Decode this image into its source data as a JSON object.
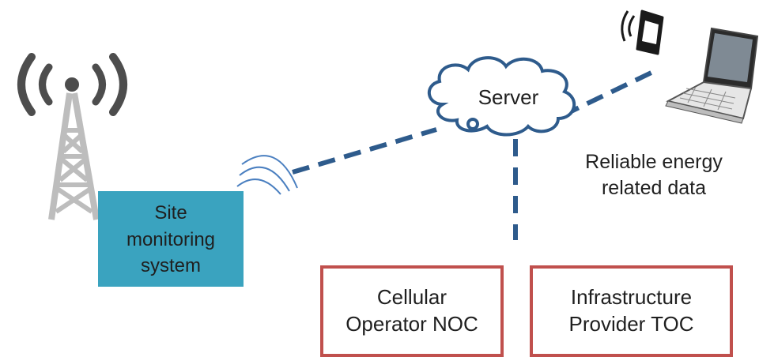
{
  "server": {
    "label": "Server"
  },
  "site_monitoring": {
    "label": "Site\nmonitoring\nsystem"
  },
  "reliable_data": {
    "label": "Reliable energy\nrelated data"
  },
  "noc_box": {
    "label": "Cellular\nOperator NOC"
  },
  "toc_box": {
    "label": "Infrastructure\nProvider TOC"
  },
  "colors": {
    "link": "#2e5b8c",
    "cloud_stroke": "#2e5b8c",
    "box_border": "#c0504d",
    "site_box_fill": "#3aa3bf",
    "tower": "#b3b3b3",
    "signal_arcs": "#4a7fc0"
  },
  "icons": [
    "antenna-tower-icon",
    "cloud-icon",
    "mobile-phone-icon",
    "laptop-icon",
    "wireless-signal-icon"
  ]
}
